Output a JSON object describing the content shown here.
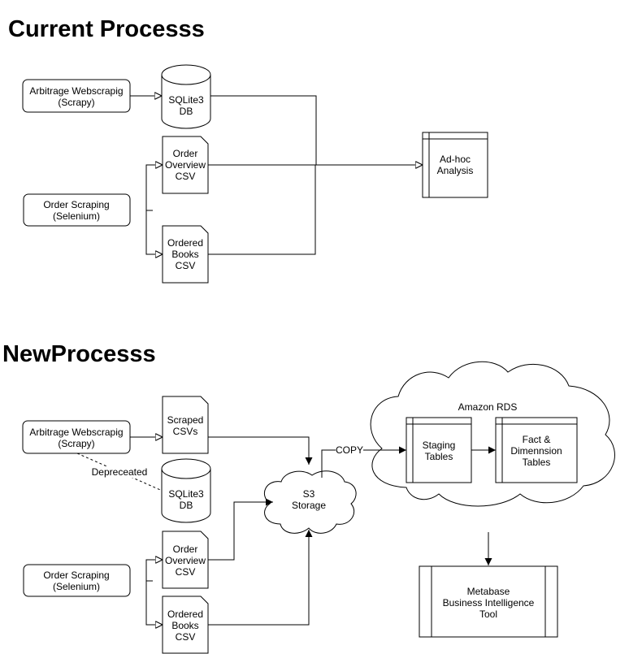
{
  "current": {
    "title": "Current Processs",
    "arbitrage": [
      "Arbitrage Webscrapig",
      "(Scrapy)"
    ],
    "sqlite": [
      "SQLite3",
      "DB"
    ],
    "order_scraping": [
      "Order Scraping",
      "(Selenium)"
    ],
    "order_overview": [
      "Order",
      "Overview",
      "CSV"
    ],
    "ordered_books": [
      "Ordered",
      "Books",
      "CSV"
    ],
    "adhoc": [
      "Ad-hoc",
      "Analysis"
    ]
  },
  "new": {
    "title": "NewProcesss",
    "arbitrage": [
      "Arbitrage Webscrapig",
      "(Scrapy)"
    ],
    "scraped_csvs": [
      "Scraped",
      "CSVs"
    ],
    "deprecated_label": "Depreceated",
    "sqlite": [
      "SQLite3",
      "DB"
    ],
    "order_scraping": [
      "Order Scraping",
      "(Selenium)"
    ],
    "order_overview": [
      "Order",
      "Overview",
      "CSV"
    ],
    "ordered_books": [
      "Ordered",
      "Books",
      "CSV"
    ],
    "s3": [
      "S3",
      "Storage"
    ],
    "copy_label": "COPY",
    "rds_label": "Amazon RDS",
    "staging": [
      "Staging",
      "Tables"
    ],
    "fact": [
      "Fact &",
      "Dimennsion",
      "Tables"
    ],
    "metabase": [
      "Metabase",
      "Business Intelligence",
      "Tool"
    ]
  }
}
